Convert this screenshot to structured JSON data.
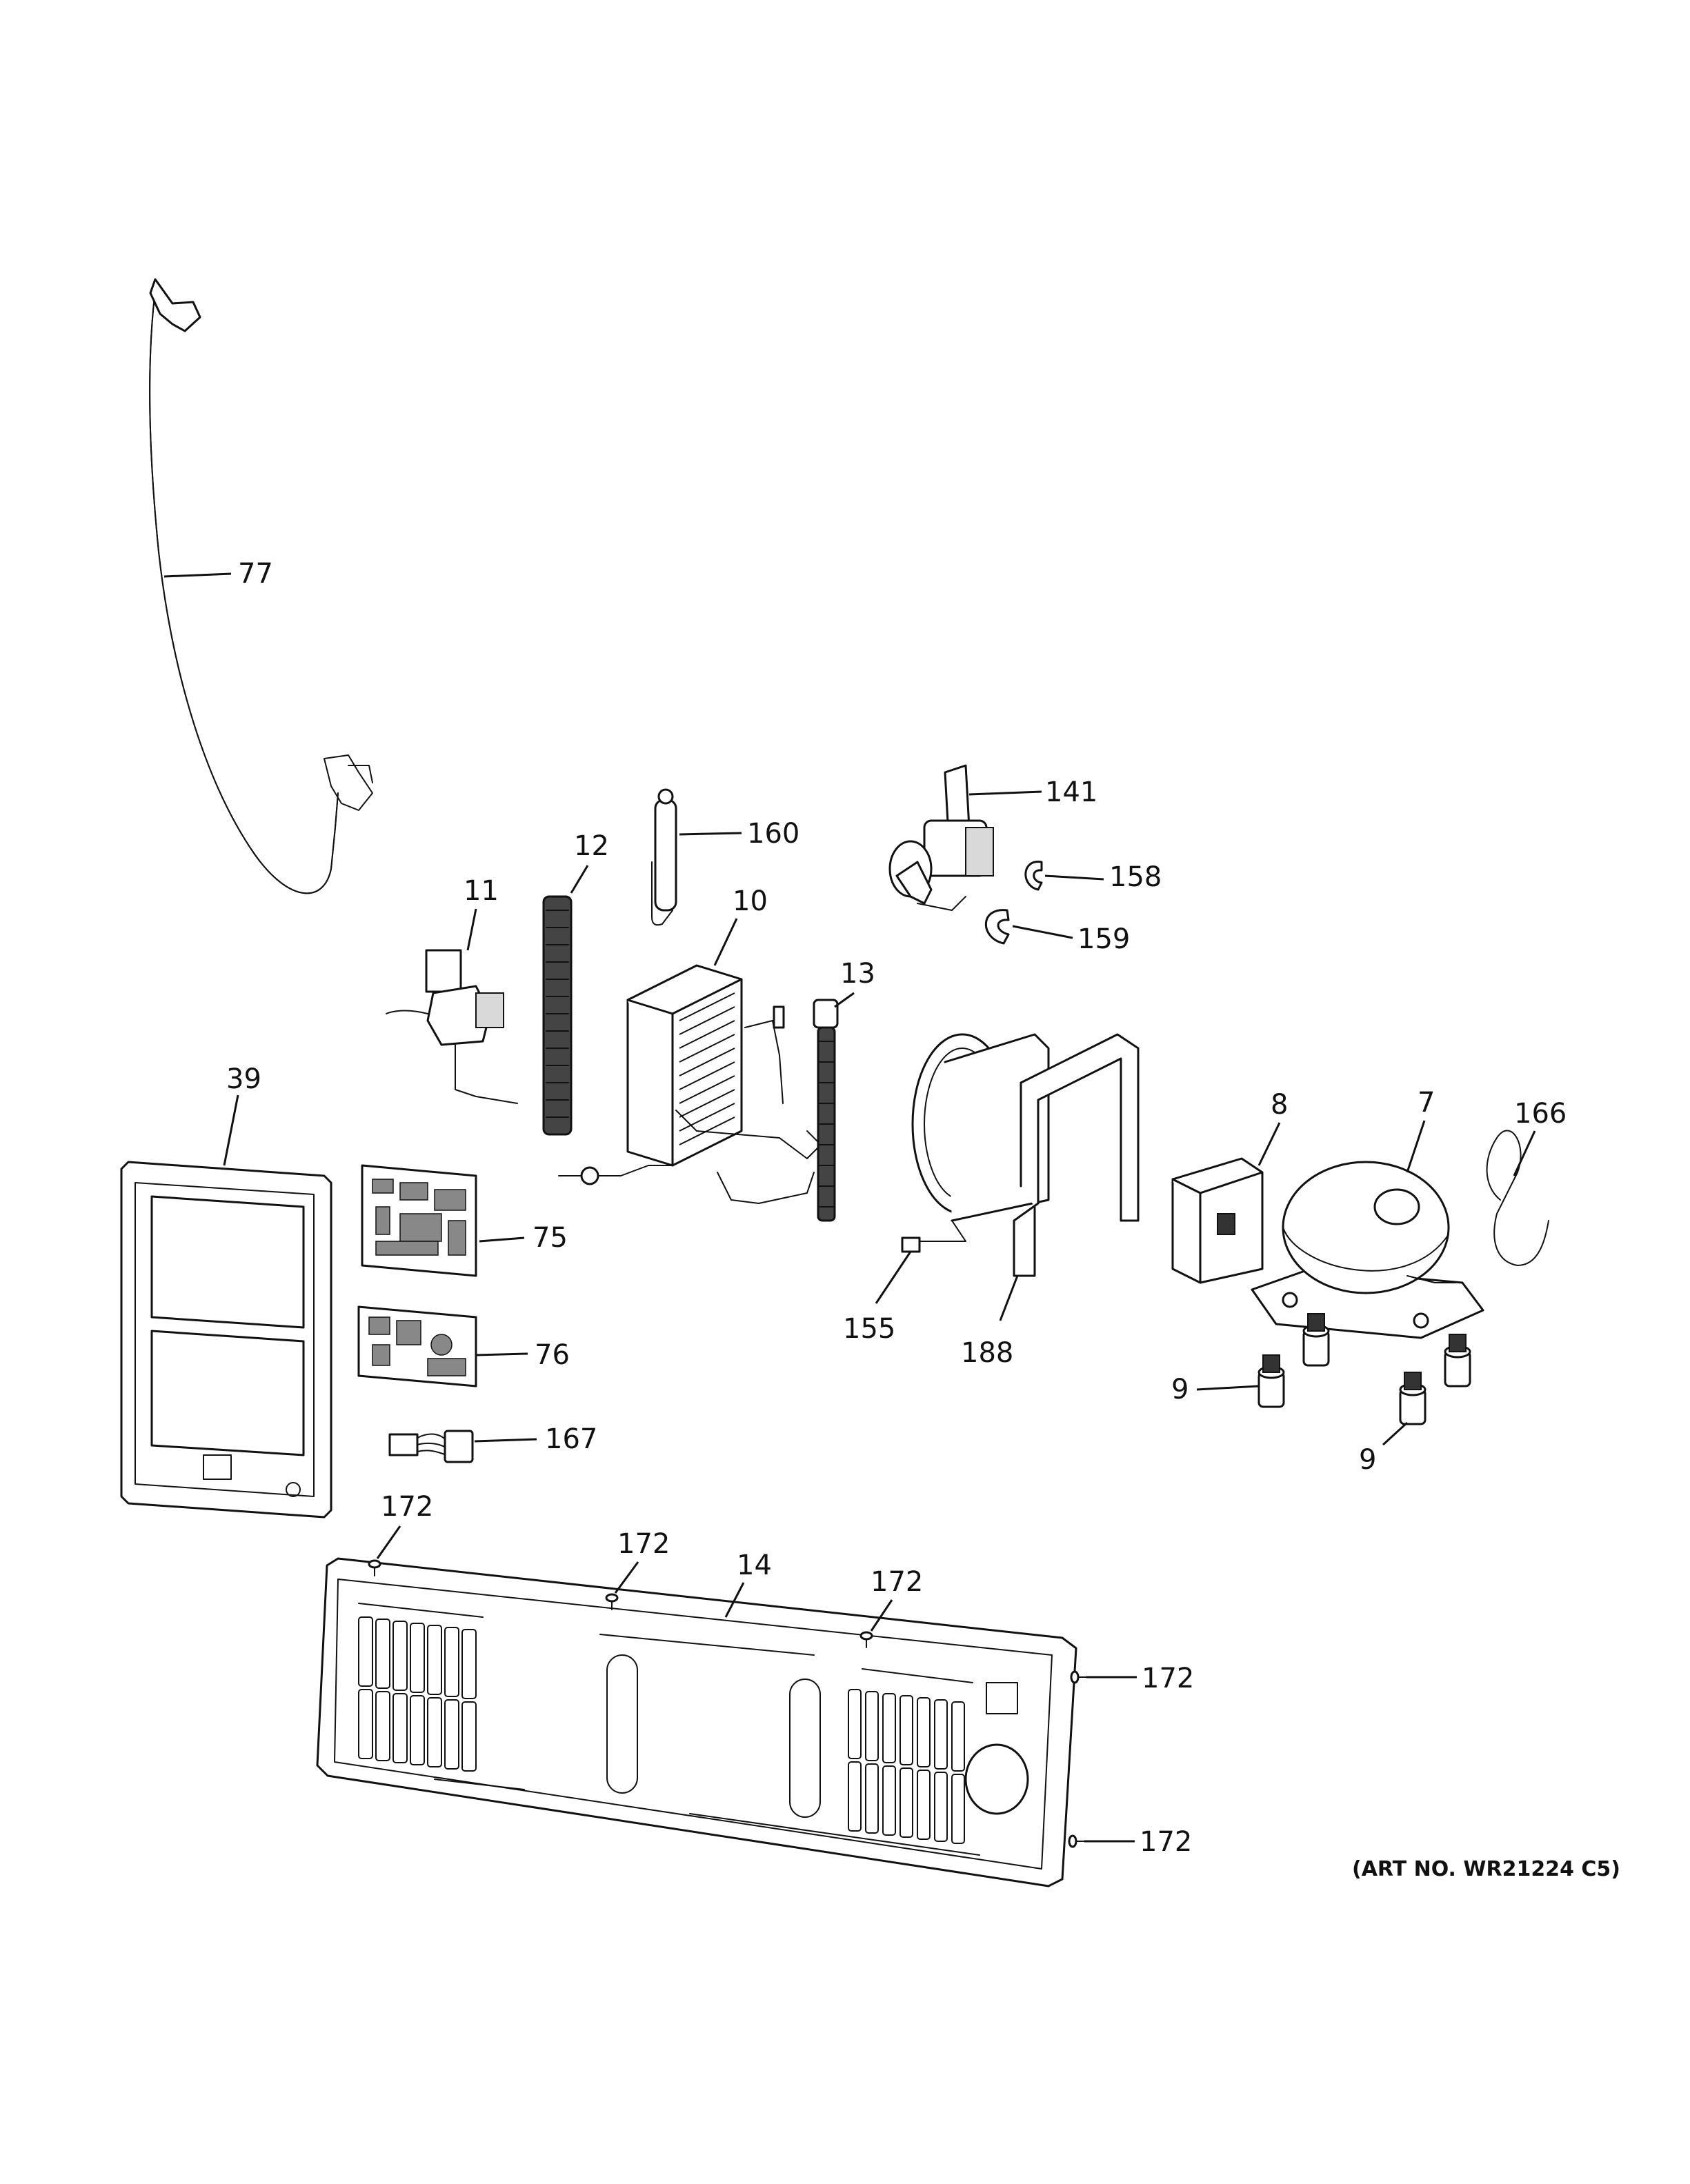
{
  "diagram": {
    "callouts": {
      "c77": "77",
      "c160": "160",
      "c141": "141",
      "c158": "158",
      "c159": "159",
      "c12": "12",
      "c11": "11",
      "c10": "10",
      "c13": "13",
      "c39": "39",
      "c75": "75",
      "c76": "76",
      "c167": "167",
      "c8": "8",
      "c7": "7",
      "c166": "166",
      "c155": "155",
      "c188": "188",
      "c9a": "9",
      "c9b": "9",
      "c172a": "172",
      "c172b": "172",
      "c172c": "172",
      "c172d": "172",
      "c172e": "172",
      "c14": "14"
    },
    "art_number": "(ART NO. WR21224 C5)"
  }
}
